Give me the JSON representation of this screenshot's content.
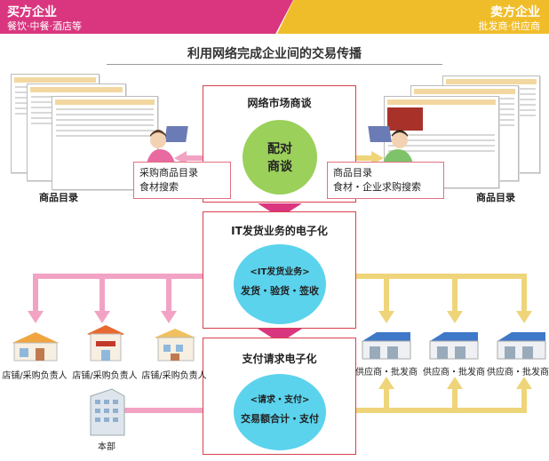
{
  "header": {
    "buyer_title": "买方企业",
    "buyer_sub": "餐饮·中餐·酒店等",
    "seller_title": "卖方企业",
    "seller_sub": "批发商·供应商"
  },
  "main_title": "利用网络完成企业间的交易传播",
  "stage1": {
    "title": "网络市场商谈",
    "circle_line1": "配对",
    "circle_line2": "商谈"
  },
  "stage2": {
    "title": "IT发货业务的电子化",
    "circle_line1": "<IT发货业务>",
    "circle_line2": "发货・验货・签收"
  },
  "stage3": {
    "title": "支付请求电子化",
    "circle_line1": "<请求・支付>",
    "circle_line2": "交易额合计・支付"
  },
  "left_callout": {
    "line1": "采购商品目录",
    "line2": "食材搜索"
  },
  "right_callout": {
    "line1": "商品目录",
    "line2": "食材・企业求购搜索"
  },
  "left_catalog_label": "商品目录",
  "right_catalog_label": "商品目录",
  "stores": [
    "店铺/采购负责人",
    "店铺/采购负责人",
    "店铺/采购负责人"
  ],
  "suppliers": [
    "供应商・批发商",
    "供应商・批发商",
    "供应商・批发商"
  ],
  "headquarters": "本部",
  "colors": {
    "pink": "#d9367f",
    "pink_arrow": "#f2a3c4",
    "yellow": "#f0bd2a",
    "yellow_arrow": "#efd57a",
    "green": "#9bd05a",
    "blue": "#5bd3ed"
  }
}
